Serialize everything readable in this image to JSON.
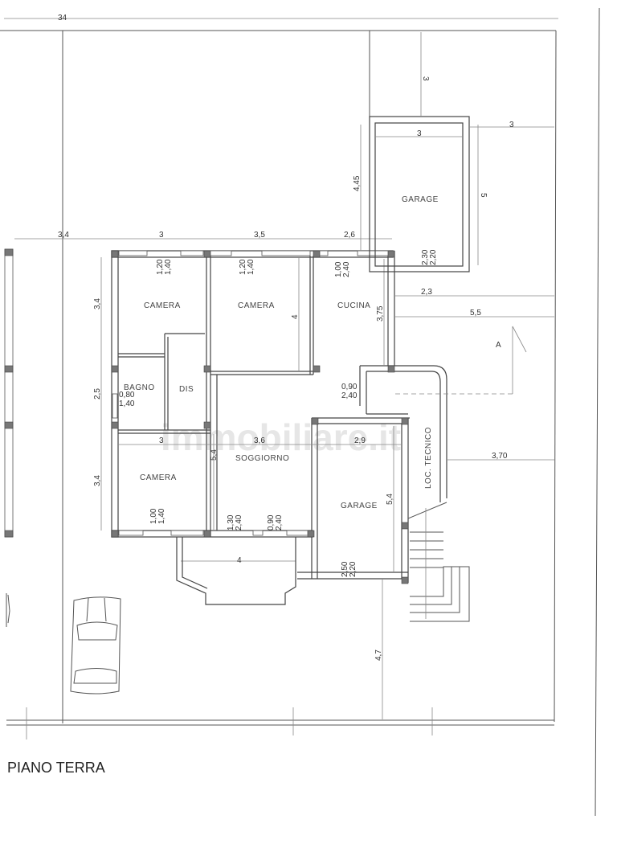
{
  "plan": {
    "title": "PIANO TERRA",
    "watermark": "immobiliare.it",
    "section_marker": "A",
    "rooms": {
      "camera_top_left": "CAMERA",
      "camera_top_mid": "CAMERA",
      "cucina": "CUCINA",
      "bagno": "BAGNO",
      "dis": "DIS",
      "camera_bottom": "CAMERA",
      "soggiorno": "SOGGIORNO",
      "garage_main": "GARAGE",
      "loc_tecnico": "LOC. TECNICO",
      "garage_detached": "GARAGE"
    },
    "dimensions": {
      "lot_width": "34",
      "left_setback": "3,4",
      "top_row": [
        "3",
        "3,5",
        "2,6"
      ],
      "left_side": [
        "3,4",
        "2,5",
        "3,4"
      ],
      "camera_mid_depth": "4",
      "cucina_depth": "3,75",
      "mid_row": [
        "3",
        "3,6",
        "2,9"
      ],
      "soggiorno_depth": "5,4",
      "garage_depth": "5,4",
      "bay_width": "4",
      "front_setback": "4,7",
      "garage_det_top_setback": "3",
      "garage_det_width": "3",
      "garage_det_right_setback": "3",
      "garage_det_depth": "5",
      "garage_det_left_height": "4,45",
      "garage_det_gap": "2,3",
      "right_setback_upper": "5,5",
      "right_setback_lower": "3,70"
    },
    "openings": {
      "camera_tl_window": [
        "1,20",
        "1,40"
      ],
      "camera_tm_window": [
        "1,20",
        "1,40"
      ],
      "cucina_window": [
        "1,00",
        "2,40"
      ],
      "bagno_window": [
        "0,80",
        "1,40"
      ],
      "entry_door": [
        "0,90",
        "2,40"
      ],
      "camera_b_window": [
        "1,00",
        "1,40"
      ],
      "soggiorno_window_1": [
        "1,30",
        "2,40"
      ],
      "soggiorno_window_2": [
        "0,90",
        "2,40"
      ],
      "garage_main_door": [
        "2,50",
        "2,20"
      ],
      "garage_det_door": [
        "2,30",
        "2,20"
      ]
    }
  }
}
